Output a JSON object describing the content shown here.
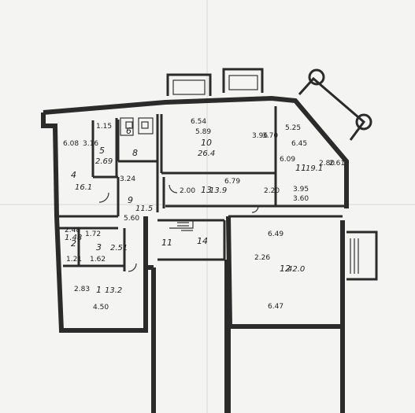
{
  "rooms": [
    {
      "id": "1",
      "area": "13.2"
    },
    {
      "id": "2",
      "area": "1.48"
    },
    {
      "id": "3",
      "area": "2.51"
    },
    {
      "id": "4",
      "area": "16.1"
    },
    {
      "id": "5",
      "area": "2.69"
    },
    {
      "id": "6",
      "area": ""
    },
    {
      "id": "8",
      "area": ""
    },
    {
      "id": "9",
      "area": "11.5"
    },
    {
      "id": "10",
      "area": "26.4"
    },
    {
      "id": "11",
      "area": "19.1"
    },
    {
      "id": "12",
      "area": "42.0"
    },
    {
      "id": "13",
      "area": "13.9"
    },
    {
      "id": "14",
      "area": ""
    },
    {
      "id": "11",
      "area": ""
    }
  ],
  "dimensions": [
    "6.08",
    "3.16",
    "1.15",
    "2.48",
    "1.72",
    "1.62",
    "1.21",
    "2.83",
    "4.50",
    "5.60",
    "3.24",
    "6.54",
    "5.89",
    "3.96",
    "3.70",
    "5.25",
    "6.45",
    "6.09",
    "2.80",
    "2.61",
    "3.95",
    "3.60",
    "2.00",
    "6.79",
    "2.20",
    "6.49",
    "2.26",
    "6.47"
  ]
}
